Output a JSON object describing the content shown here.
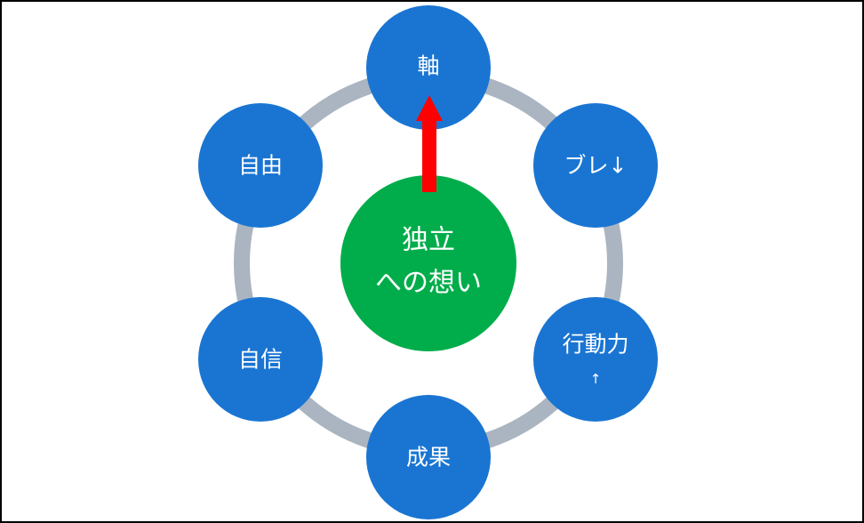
{
  "diagram": {
    "colors": {
      "node": "#1a75d2",
      "center": "#00ad4a",
      "ring": "#aab5c1",
      "arrow": "#ff0000",
      "text": "#ffffff"
    },
    "center": {
      "line1": "独立",
      "line2": "への想い"
    },
    "nodes": [
      {
        "id": "axis",
        "label": "軸"
      },
      {
        "id": "wobble",
        "label": "ブレ↓"
      },
      {
        "id": "action",
        "label": "行動力",
        "sub": "↑"
      },
      {
        "id": "results",
        "label": "成果"
      },
      {
        "id": "confidence",
        "label": "自信"
      },
      {
        "id": "freedom",
        "label": "自由"
      }
    ]
  }
}
